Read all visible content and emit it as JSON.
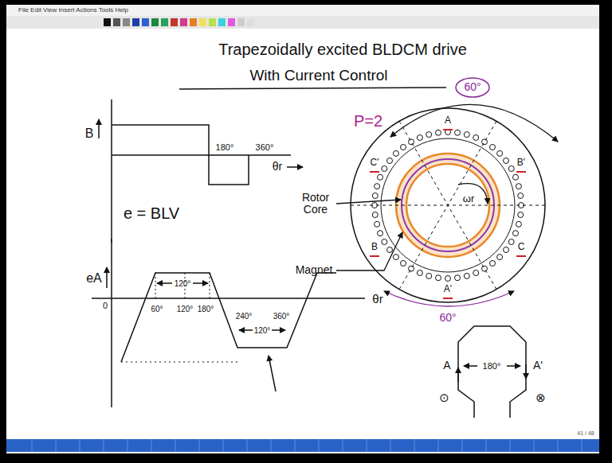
{
  "diagram": {
    "title": "Trapezoidally excited BLDCM drive",
    "labels": [
      "File Edit View Insert Actions Tools Help",
      "With Current Control",
      "P=2",
      "B",
      "180°",
      "360°",
      "θr",
      "e = BLV",
      "eA",
      "0",
      "60°",
      "120°",
      "180°",
      "240°",
      "360°",
      "120°",
      "120°",
      "θr",
      "Rotor Core",
      "Magnet",
      "ωr",
      "60°",
      "60°",
      "A",
      "B'",
      "C",
      "A'",
      "B",
      "C'",
      "A",
      "180°",
      "A'",
      "⊙",
      "⊗",
      "41 / 48"
    ]
  }
}
